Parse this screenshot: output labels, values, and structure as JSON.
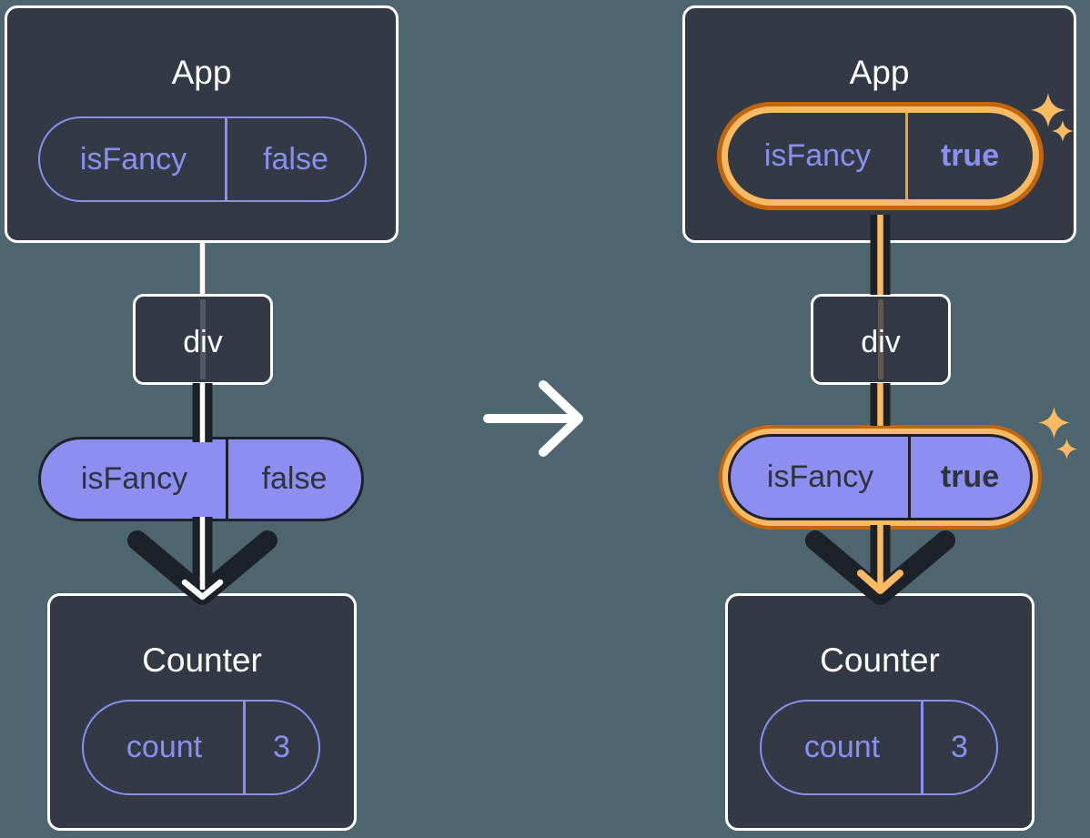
{
  "diagram_before": {
    "root_component": {
      "title": "App",
      "state_pill": {
        "name": "isFancy",
        "value": "false"
      }
    },
    "middle_node": {
      "label": "div"
    },
    "passed_prop_pill": {
      "name": "isFancy",
      "value": "false"
    },
    "child_component": {
      "title": "Counter",
      "state_pill": {
        "name": "count",
        "value": "3"
      }
    }
  },
  "diagram_after": {
    "root_component": {
      "title": "App",
      "state_pill": {
        "name": "isFancy",
        "value": "true"
      }
    },
    "middle_node": {
      "label": "div"
    },
    "passed_prop_pill": {
      "name": "isFancy",
      "value": "true"
    },
    "child_component": {
      "title": "Counter",
      "state_pill": {
        "name": "count",
        "value": "3"
      }
    }
  },
  "icons": {
    "transition_arrow": "arrow-right-icon",
    "prop_flow_arrow": "arrow-down-icon",
    "highlight_sparkles": "sparkle-icon"
  },
  "colors": {
    "background": "#4d6670",
    "card_fill": "#333a46",
    "card_border": "#ffffff",
    "purple": "#8a8ff0",
    "purple_pill_fill": "#8c8ef0",
    "dark_ink": "#1d212a",
    "dark_text": "#2e333c",
    "orange_outer": "#c1660f",
    "orange_inner": "#f8bb64",
    "orange_divider": "#eda33f",
    "white": "#ffffff"
  }
}
